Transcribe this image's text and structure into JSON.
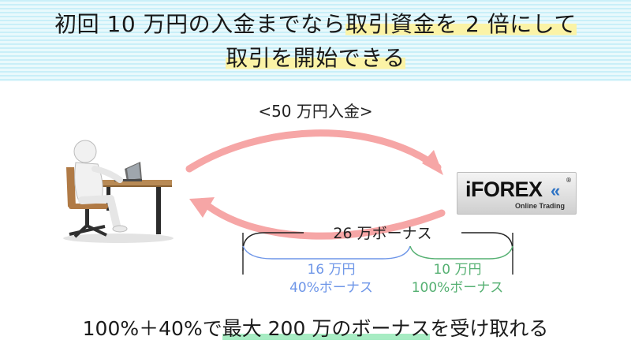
{
  "header": {
    "line1_part1": "初回 10 万円の入金までなら",
    "line1_part2": "取引資金を 2 倍にして",
    "line2": "取引を開始できる"
  },
  "deposit_label": "<50 万円入金>",
  "logo": {
    "word": "iFOREX",
    "chevrons": "«",
    "registered": "®",
    "tagline": "Online Trading"
  },
  "bonus": {
    "total_label": "26 万ボーナス",
    "left_amount": "16 万円",
    "left_rate": "40%ボーナス",
    "right_amount": "10 万円",
    "right_rate": "100%ボーナス"
  },
  "footer": {
    "part1": "100%＋40%で",
    "part2": "最大 200 万のボーナス",
    "part3": "を受け取れる"
  },
  "colors": {
    "arrow": "#f6a6a6",
    "blue": "#6e96e8",
    "green": "#55b072",
    "header_bg": "#dff6fb",
    "header_highlight": "#fbf3a6",
    "footer_highlight": "#a7ecc3"
  }
}
